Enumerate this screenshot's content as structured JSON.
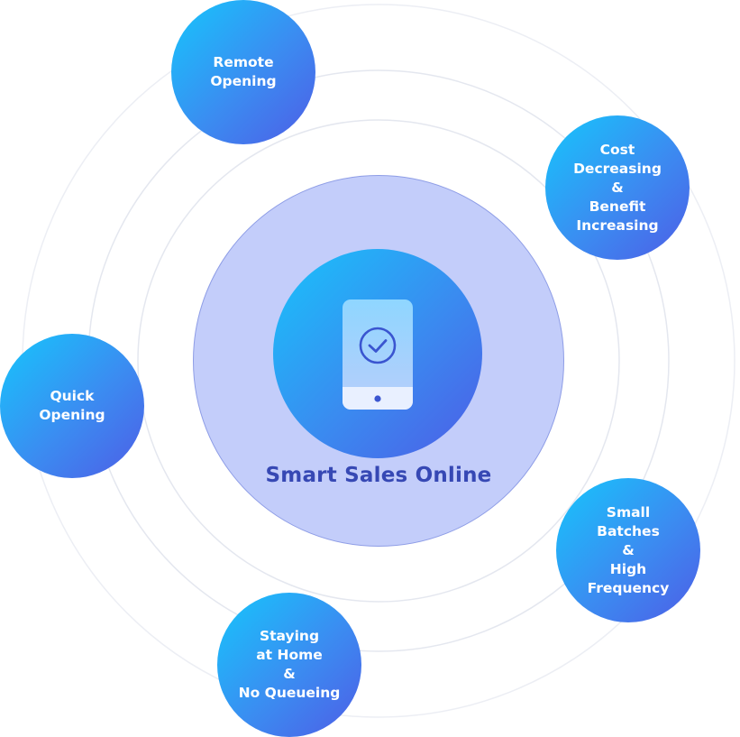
{
  "diagram": {
    "title": "Smart Sales Online",
    "center_icon": "smartphone-check-icon",
    "colors": {
      "node_gradient_start": "#16c6fc",
      "node_gradient_end": "#4e5de6",
      "center_disc": "#c3cdfa",
      "ring": "#e6e8ef",
      "title": "#3648b4"
    },
    "nodes": [
      {
        "id": "remote",
        "label": "Remote\nOpening"
      },
      {
        "id": "cost",
        "label": "Cost\nDecreasing\n&\nBenefit\nIncreasing"
      },
      {
        "id": "quick",
        "label": "Quick\nOpening"
      },
      {
        "id": "small",
        "label": "Small\nBatches\n&\nHigh\nFrequency"
      },
      {
        "id": "home",
        "label": "Staying\nat Home\n&\nNo Queueing"
      }
    ]
  }
}
